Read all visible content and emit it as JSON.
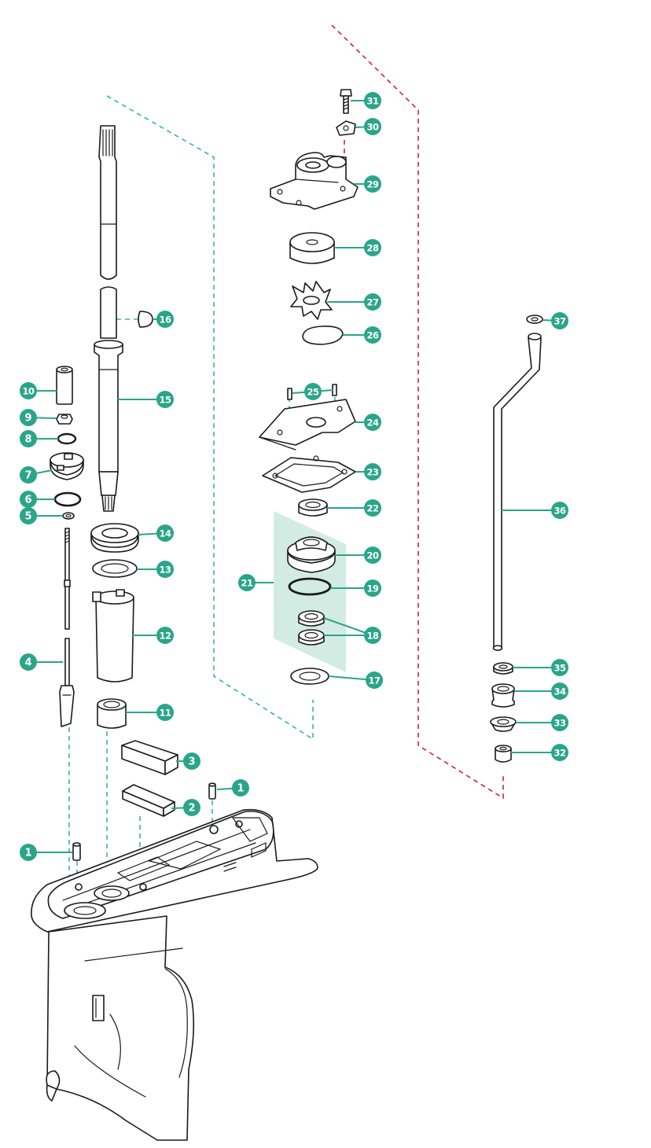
{
  "colors": {
    "badge": "#2aa58a",
    "leader": "#2aa58a",
    "guide_green": "#3cb39a",
    "guide_red": "#c0283a",
    "kit_fill": "#d3ece3",
    "line": "#1a1a1a"
  },
  "callouts": [
    {
      "id": "c1a",
      "label": "1"
    },
    {
      "id": "c1b",
      "label": "1"
    },
    {
      "id": "c2",
      "label": "2"
    },
    {
      "id": "c3",
      "label": "3"
    },
    {
      "id": "c4",
      "label": "4"
    },
    {
      "id": "c5",
      "label": "5"
    },
    {
      "id": "c6",
      "label": "6"
    },
    {
      "id": "c7",
      "label": "7"
    },
    {
      "id": "c8",
      "label": "8"
    },
    {
      "id": "c9",
      "label": "9"
    },
    {
      "id": "c10",
      "label": "10"
    },
    {
      "id": "c11",
      "label": "11"
    },
    {
      "id": "c12",
      "label": "12"
    },
    {
      "id": "c13",
      "label": "13"
    },
    {
      "id": "c14",
      "label": "14"
    },
    {
      "id": "c15",
      "label": "15"
    },
    {
      "id": "c16",
      "label": "16"
    },
    {
      "id": "c17",
      "label": "17"
    },
    {
      "id": "c18",
      "label": "18"
    },
    {
      "id": "c19",
      "label": "19"
    },
    {
      "id": "c20",
      "label": "20"
    },
    {
      "id": "c21",
      "label": "21"
    },
    {
      "id": "c22",
      "label": "22"
    },
    {
      "id": "c23",
      "label": "23"
    },
    {
      "id": "c24",
      "label": "24"
    },
    {
      "id": "c25",
      "label": "25"
    },
    {
      "id": "c26",
      "label": "26"
    },
    {
      "id": "c27",
      "label": "27"
    },
    {
      "id": "c28",
      "label": "28"
    },
    {
      "id": "c29",
      "label": "29"
    },
    {
      "id": "c30",
      "label": "30"
    },
    {
      "id": "c31",
      "label": "31"
    },
    {
      "id": "c32",
      "label": "32"
    },
    {
      "id": "c33",
      "label": "33"
    },
    {
      "id": "c34",
      "label": "34"
    },
    {
      "id": "c35",
      "label": "35"
    },
    {
      "id": "c36",
      "label": "36"
    },
    {
      "id": "c37",
      "label": "37"
    }
  ]
}
